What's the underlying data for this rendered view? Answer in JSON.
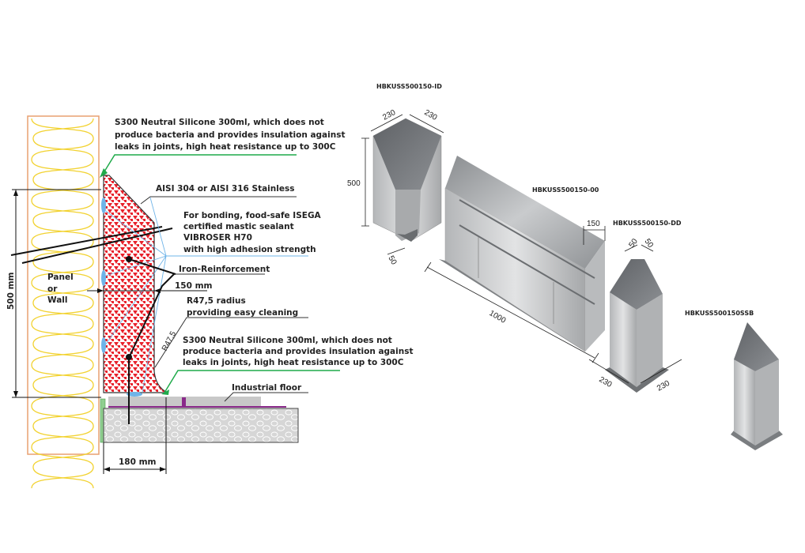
{
  "section_detail": {
    "silicone_top": [
      "S300 Neutral Silicone 300ml, which does not",
      "produce bacteria and provides insulation against",
      "leaks in joints, high heat resistance up to 300C"
    ],
    "steel": "AISI 304 or AISI 316 Stainless",
    "sealant": [
      "For bonding, food-safe ISEGA",
      "certified mastic sealant",
      "VIBROSER H70",
      "with high adhesion strength"
    ],
    "reinforcement": "Iron-Reinforcement",
    "dim_150": "150 mm",
    "radius": [
      "R47,5 radius",
      "providing easy cleaning"
    ],
    "radius_mark": "R47,5",
    "silicone_bottom": [
      "S300 Neutral Silicone 300ml, which does not",
      "produce bacteria and provides insulation against",
      "leaks in joints, high heat resistance up to 300C"
    ],
    "floor": "Industrial floor",
    "panel": [
      "Panel",
      "or",
      "Wall"
    ],
    "dim_500": "500 mm",
    "dim_180": "180 mm"
  },
  "products": {
    "id": {
      "code": "HBKUSS500150-ID",
      "w1": "230",
      "w2": "230",
      "h": "500",
      "base": "50"
    },
    "straight": {
      "code": "HBKUSS500150-00",
      "length": "1000",
      "depth": "150"
    },
    "dd": {
      "code": "HBKUSS500150-DD",
      "t1": "50",
      "t2": "50",
      "w1": "230",
      "w2": "230"
    },
    "ssb": {
      "code": "HBKUSS500150SSB"
    }
  },
  "colors": {
    "silicone": "#1faa4a",
    "sealant": "#6fb4e8",
    "wall": "#e8a070",
    "insulation": "#f2d230",
    "fill": "#e8202a"
  }
}
